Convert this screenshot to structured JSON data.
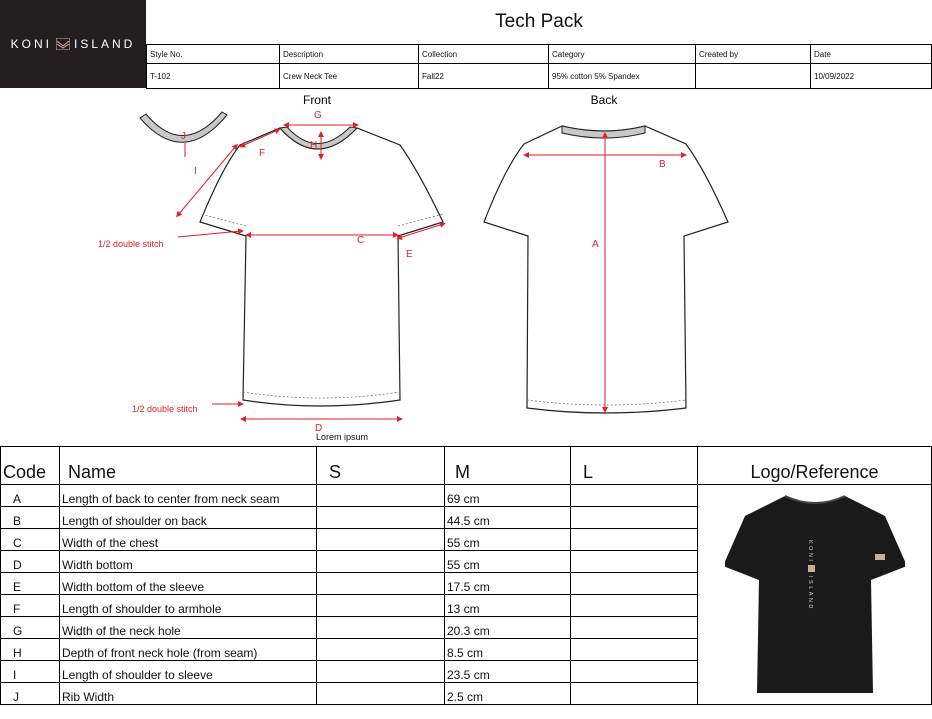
{
  "brand": {
    "name_left": "KONI",
    "name_right": "ISLAND"
  },
  "title": "Tech Pack",
  "header": {
    "labels": [
      "Style No.",
      "Description",
      "Collection",
      "Category",
      "Created by",
      "Date"
    ],
    "values": [
      "T-102",
      "Crew Neck Tee",
      "Fall22",
      "95% cotton 5% Spandex",
      "",
      "10/09/2022"
    ]
  },
  "drawing": {
    "front_label": "Front",
    "back_label": "Back",
    "stitch_note_1": "1/2 double stitch",
    "stitch_note_2": "1/2 double stitch",
    "caption": "Lorem ipsum",
    "point_labels": {
      "A": "A",
      "B": "B",
      "C": "C",
      "D": "D",
      "E": "E",
      "F": "F",
      "G": "G",
      "H": "H",
      "I": "I",
      "J": "J"
    },
    "accent_color": "#e0212b"
  },
  "spec": {
    "headers": {
      "code": "Code",
      "name": "Name",
      "s": "S",
      "m": "M",
      "l": "L",
      "ref": "Logo/Reference"
    },
    "rows": [
      {
        "code": "A",
        "name": "Length of back to center from neck seam",
        "s": "",
        "m": "69 cm",
        "l": ""
      },
      {
        "code": "B",
        "name": "Length of shoulder on back",
        "s": "",
        "m": "44.5 cm",
        "l": ""
      },
      {
        "code": "C",
        "name": "Width of the chest",
        "s": "",
        "m": "55 cm",
        "l": ""
      },
      {
        "code": "D",
        "name": "Width bottom",
        "s": "",
        "m": "55 cm",
        "l": ""
      },
      {
        "code": "E",
        "name": "Width bottom of the sleeve",
        "s": "",
        "m": "17.5 cm",
        "l": ""
      },
      {
        "code": "F",
        "name": "Length of shoulder to armhole",
        "s": "",
        "m": "13 cm",
        "l": ""
      },
      {
        "code": "G",
        "name": "Width of the neck hole",
        "s": "",
        "m": "20.3 cm",
        "l": ""
      },
      {
        "code": "H",
        "name": "Depth of front neck hole (from seam)",
        "s": "",
        "m": "8.5 cm",
        "l": ""
      },
      {
        "code": "I",
        "name": "Length of shoulder to sleeve",
        "s": "",
        "m": "23.5 cm",
        "l": ""
      },
      {
        "code": "J",
        "name": "Rib Width",
        "s": "",
        "m": "2.5 cm",
        "l": ""
      }
    ]
  },
  "reference_print": {
    "left": "KONI",
    "right": "ISLAND"
  }
}
